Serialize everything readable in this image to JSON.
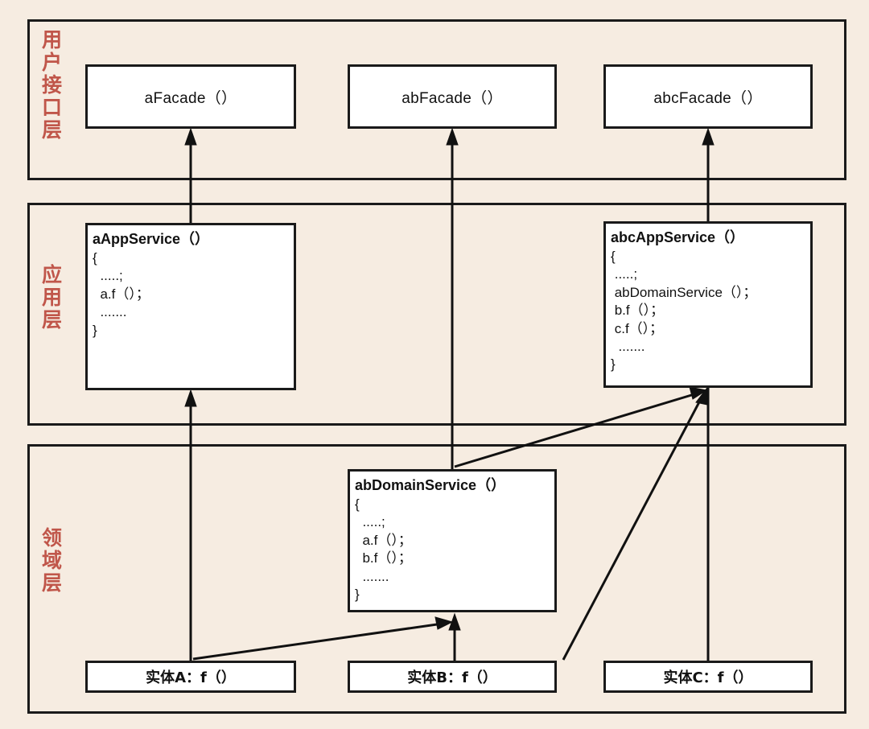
{
  "diagram": {
    "title_visible": false,
    "background_color": "#f6ece1",
    "label_color": "#c0564a",
    "line_color": "#111111",
    "box_fill": "#ffffff"
  },
  "layers": [
    {
      "id": "ui",
      "label": "用户接口层"
    },
    {
      "id": "app",
      "label": "应用层"
    },
    {
      "id": "domain",
      "label": "领域层"
    }
  ],
  "ui_layer": {
    "boxes": [
      {
        "id": "afacade",
        "label": "aFacade（）"
      },
      {
        "id": "abfacade",
        "label": "abFacade（）"
      },
      {
        "id": "abcfacade",
        "label": "abcFacade（）"
      }
    ]
  },
  "app_layer": {
    "a_app_service": {
      "title": "aAppService（）",
      "lines": [
        "{",
        "  .....;",
        "  a.f（）；",
        "  .......",
        "}"
      ]
    },
    "abc_app_service": {
      "title": "abcAppService（）",
      "lines": [
        "{",
        " .....;",
        " abDomainService（）；",
        " b.f（）；",
        " c.f（）；",
        "  .......",
        "}"
      ]
    }
  },
  "domain_layer": {
    "ab_domain_service": {
      "title": "abDomainService（）",
      "lines": [
        "{",
        "  .....;",
        "  a.f（）；",
        "  b.f（）；",
        "  .......",
        "}"
      ]
    },
    "entities": [
      {
        "id": "entity-a",
        "label": "实体A：f（）"
      },
      {
        "id": "entity-b",
        "label": "实体B：f（）"
      },
      {
        "id": "entity-c",
        "label": "实体C：f（）"
      }
    ]
  },
  "arrows": [
    {
      "id": "aappservice-to-afacade",
      "from": "aAppService（）",
      "to": "aFacade（）",
      "kind": "vertical"
    },
    {
      "id": "abdomainservice-to-abfacade",
      "from": "abDomainService（）",
      "to": "abFacade（）",
      "kind": "vertical"
    },
    {
      "id": "entityc-to-abcfacade",
      "from": "实体C：f（）",
      "to": "abcFacade（）",
      "kind": "vertical"
    },
    {
      "id": "entitya-to-aappservice",
      "from": "实体A：f（）",
      "to": "aAppService（）",
      "kind": "vertical"
    },
    {
      "id": "entitya-to-abdomainservice",
      "from": "实体A：f（）",
      "to": "abDomainService（）",
      "kind": "diagonal"
    },
    {
      "id": "entityb-to-abdomainservice",
      "from": "实体B：f（）",
      "to": "abDomainService（）",
      "kind": "vertical"
    },
    {
      "id": "entityb-to-abcappservice",
      "from": "实体B：f（）",
      "to": "abcAppService（）",
      "kind": "diagonal"
    },
    {
      "id": "abdomainservice-to-abcappservice",
      "from": "abDomainService（）",
      "to": "abcAppService（）",
      "kind": "diagonal"
    }
  ]
}
